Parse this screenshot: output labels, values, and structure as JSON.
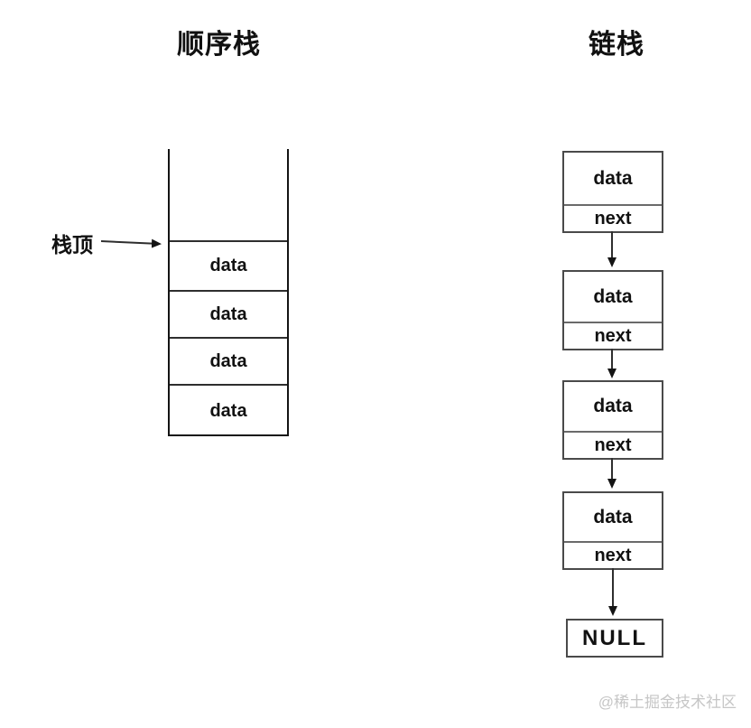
{
  "titles": {
    "left": "顺序栈",
    "right": "链栈"
  },
  "sequential_stack": {
    "top_pointer_label": "栈顶",
    "cells": [
      "data",
      "data",
      "data",
      "data"
    ]
  },
  "linked_stack": {
    "nodes": [
      {
        "data": "data",
        "next": "next"
      },
      {
        "data": "data",
        "next": "next"
      },
      {
        "data": "data",
        "next": "next"
      },
      {
        "data": "data",
        "next": "next"
      }
    ],
    "terminator": "NULL"
  },
  "watermark": "@稀土掘金技术社区",
  "colors": {
    "stack_outline": "#141414",
    "node_border": "#4a4a4a",
    "text": "#111111",
    "watermark": "#c6c6c6"
  }
}
